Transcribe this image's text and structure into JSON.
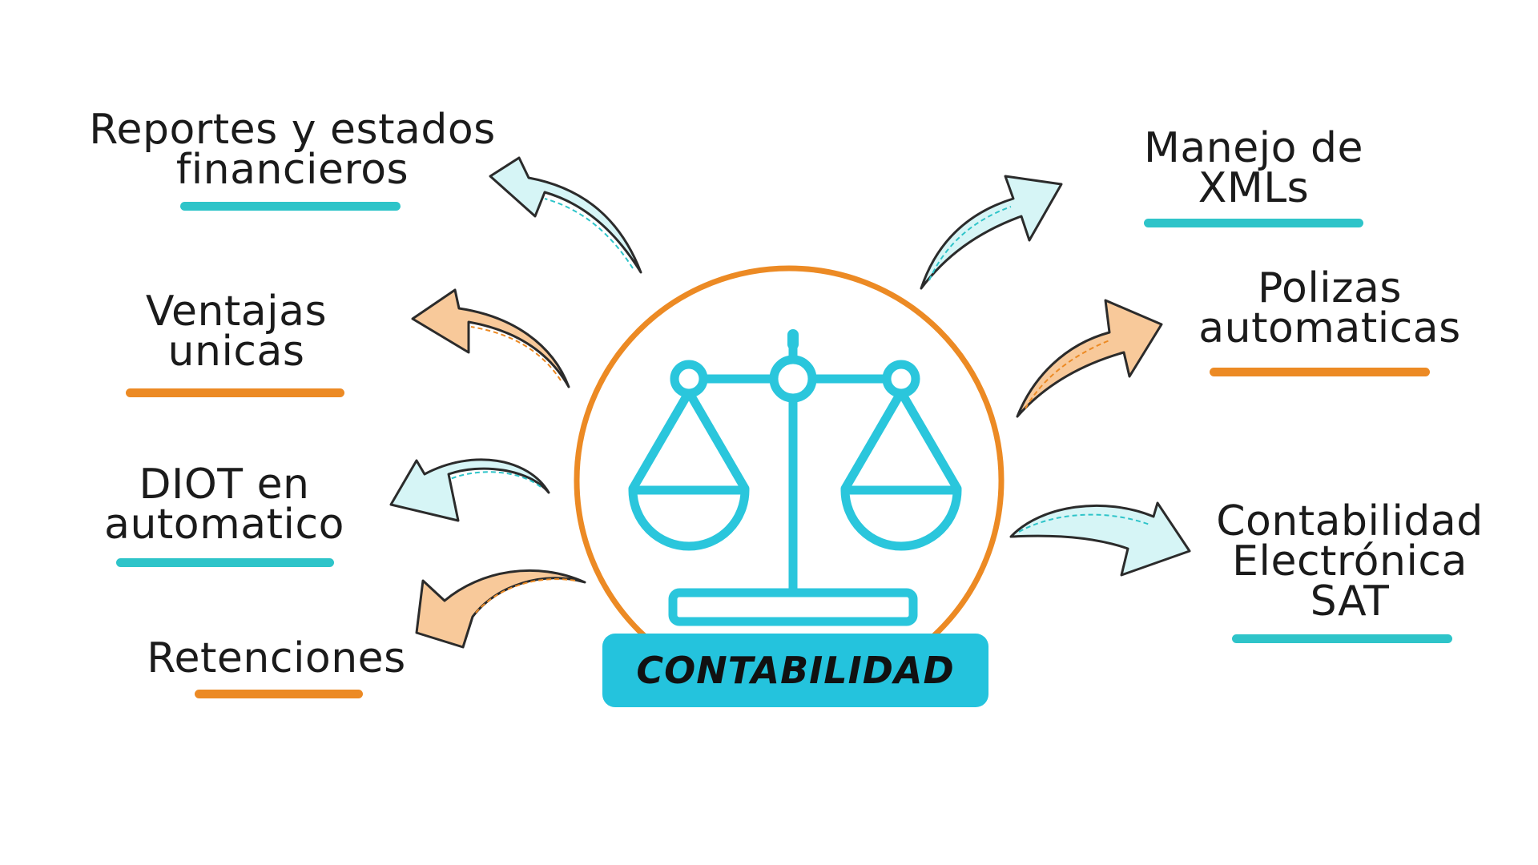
{
  "center": {
    "badge_label": "CONTABILIDAD",
    "icon": "balance-scale-icon"
  },
  "colors": {
    "teal": "#2ec4c9",
    "orange": "#ec8a24",
    "badge": "#24c3dd",
    "arrow_teal_fill": "#d6f5f6",
    "arrow_orange_fill": "#f8c99a",
    "text": "#1b1b1b"
  },
  "topics": {
    "reportes": {
      "lines": [
        "Reportes y estados",
        "financieros"
      ],
      "color": "teal"
    },
    "ventajas": {
      "lines": [
        "Ventajas",
        "unicas"
      ],
      "color": "orange"
    },
    "diot": {
      "lines": [
        "DIOT en",
        "automatico"
      ],
      "color": "teal"
    },
    "retenciones": {
      "lines": [
        "Retenciones"
      ],
      "color": "orange"
    },
    "xml": {
      "lines": [
        "Manejo de",
        "XMLs"
      ],
      "color": "teal"
    },
    "polizas": {
      "lines": [
        "Polizas",
        "automaticas"
      ],
      "color": "orange"
    },
    "contabilidad_sat": {
      "lines": [
        "Contabilidad",
        "Electrónica",
        "SAT"
      ],
      "color": "teal"
    }
  }
}
